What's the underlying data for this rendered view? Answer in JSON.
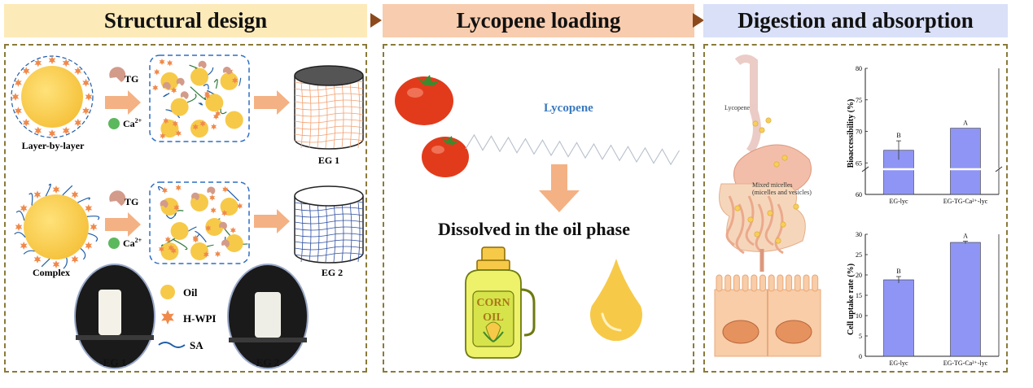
{
  "headers": {
    "structural": "Structural design",
    "loading": "Lycopene loading",
    "digestion": "Digestion and absorption"
  },
  "structural": {
    "tg_label_1": "TG",
    "ca_label_1": "Ca",
    "ca_sup_1": "2+",
    "lbl_label": "Layer-by-layer",
    "eg1_label": "EG 1",
    "tg_label_2": "TG",
    "ca_label_2": "Ca",
    "ca_sup_2": "2+",
    "complex_label": "Complex",
    "eg2_label": "EG 2",
    "legend_oil": "Oil",
    "legend_hwpi": "H-WPI",
    "legend_sa": "SA",
    "photo1_label": "EG 1",
    "photo2_label": "EG 2"
  },
  "loading": {
    "lycopene_label": "Lycopene",
    "dissolved_text": "Dissolved in the oil phase",
    "corn_text_1": "CORN",
    "corn_text_2": "OIL"
  },
  "digestion": {
    "lycopene_small": "Lycopene",
    "micelles_1": "Mixed micelles",
    "micelles_2": "(micelles and vesicles)"
  },
  "chart_data": [
    {
      "type": "bar",
      "ylabel": "Bioaccessibility (%)",
      "categories": [
        "EG-lyc",
        "EG-TG-Ca²⁺-lyc"
      ],
      "values": [
        67,
        70.5
      ],
      "errors": [
        1.5,
        0
      ],
      "letters": [
        "B",
        "A"
      ],
      "ylim": [
        60,
        80
      ],
      "yticks": [
        60,
        65,
        70,
        75,
        80
      ],
      "broken_axis": true,
      "grid": false
    },
    {
      "type": "bar",
      "ylabel": "Cell uptake rate (%)",
      "categories": [
        "EG-lyc",
        "EG-TG-Ca²⁺-lyc"
      ],
      "values": [
        18.8,
        28
      ],
      "errors": [
        0.8,
        0.3
      ],
      "letters": [
        "B",
        "A"
      ],
      "ylim": [
        0,
        30
      ],
      "yticks": [
        0,
        5,
        10,
        15,
        20,
        25,
        30
      ],
      "grid": false
    }
  ],
  "colors": {
    "bar": "#8f95f4",
    "oil": "#f7c948",
    "protein": "#f08a4b",
    "sa": "#1f5da8",
    "tomato": "#e23b1c",
    "arrow": "#f4b183"
  }
}
